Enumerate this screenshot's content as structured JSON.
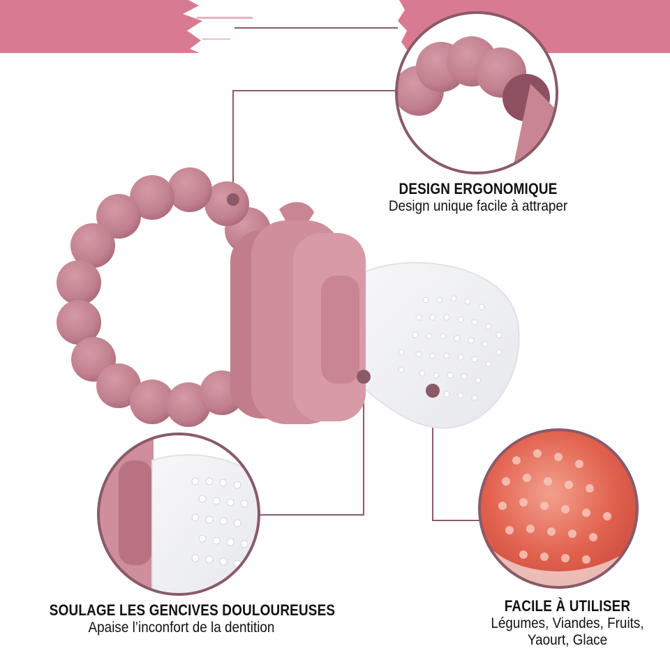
{
  "colors": {
    "brand_pink": "#d97b90",
    "silicone_pink": "#c98592",
    "silicone_dark": "#a8606f",
    "connector": "#8a5a68",
    "text": "#111111"
  },
  "features": {
    "ergonomic": {
      "title": "DESIGN ERGONOMIQUE",
      "description": "Design unique facile à attraper"
    },
    "gums": {
      "title": "SOULAGE LES GENCIVES DOULOUREUSES",
      "description": "Apaise l’inconfort de la dentition"
    },
    "easy": {
      "title": "FACILE À UTILISER",
      "description_line1": "Légumes, Viandes, Fruits,",
      "description_line2": "Yaourt, Glace"
    }
  }
}
